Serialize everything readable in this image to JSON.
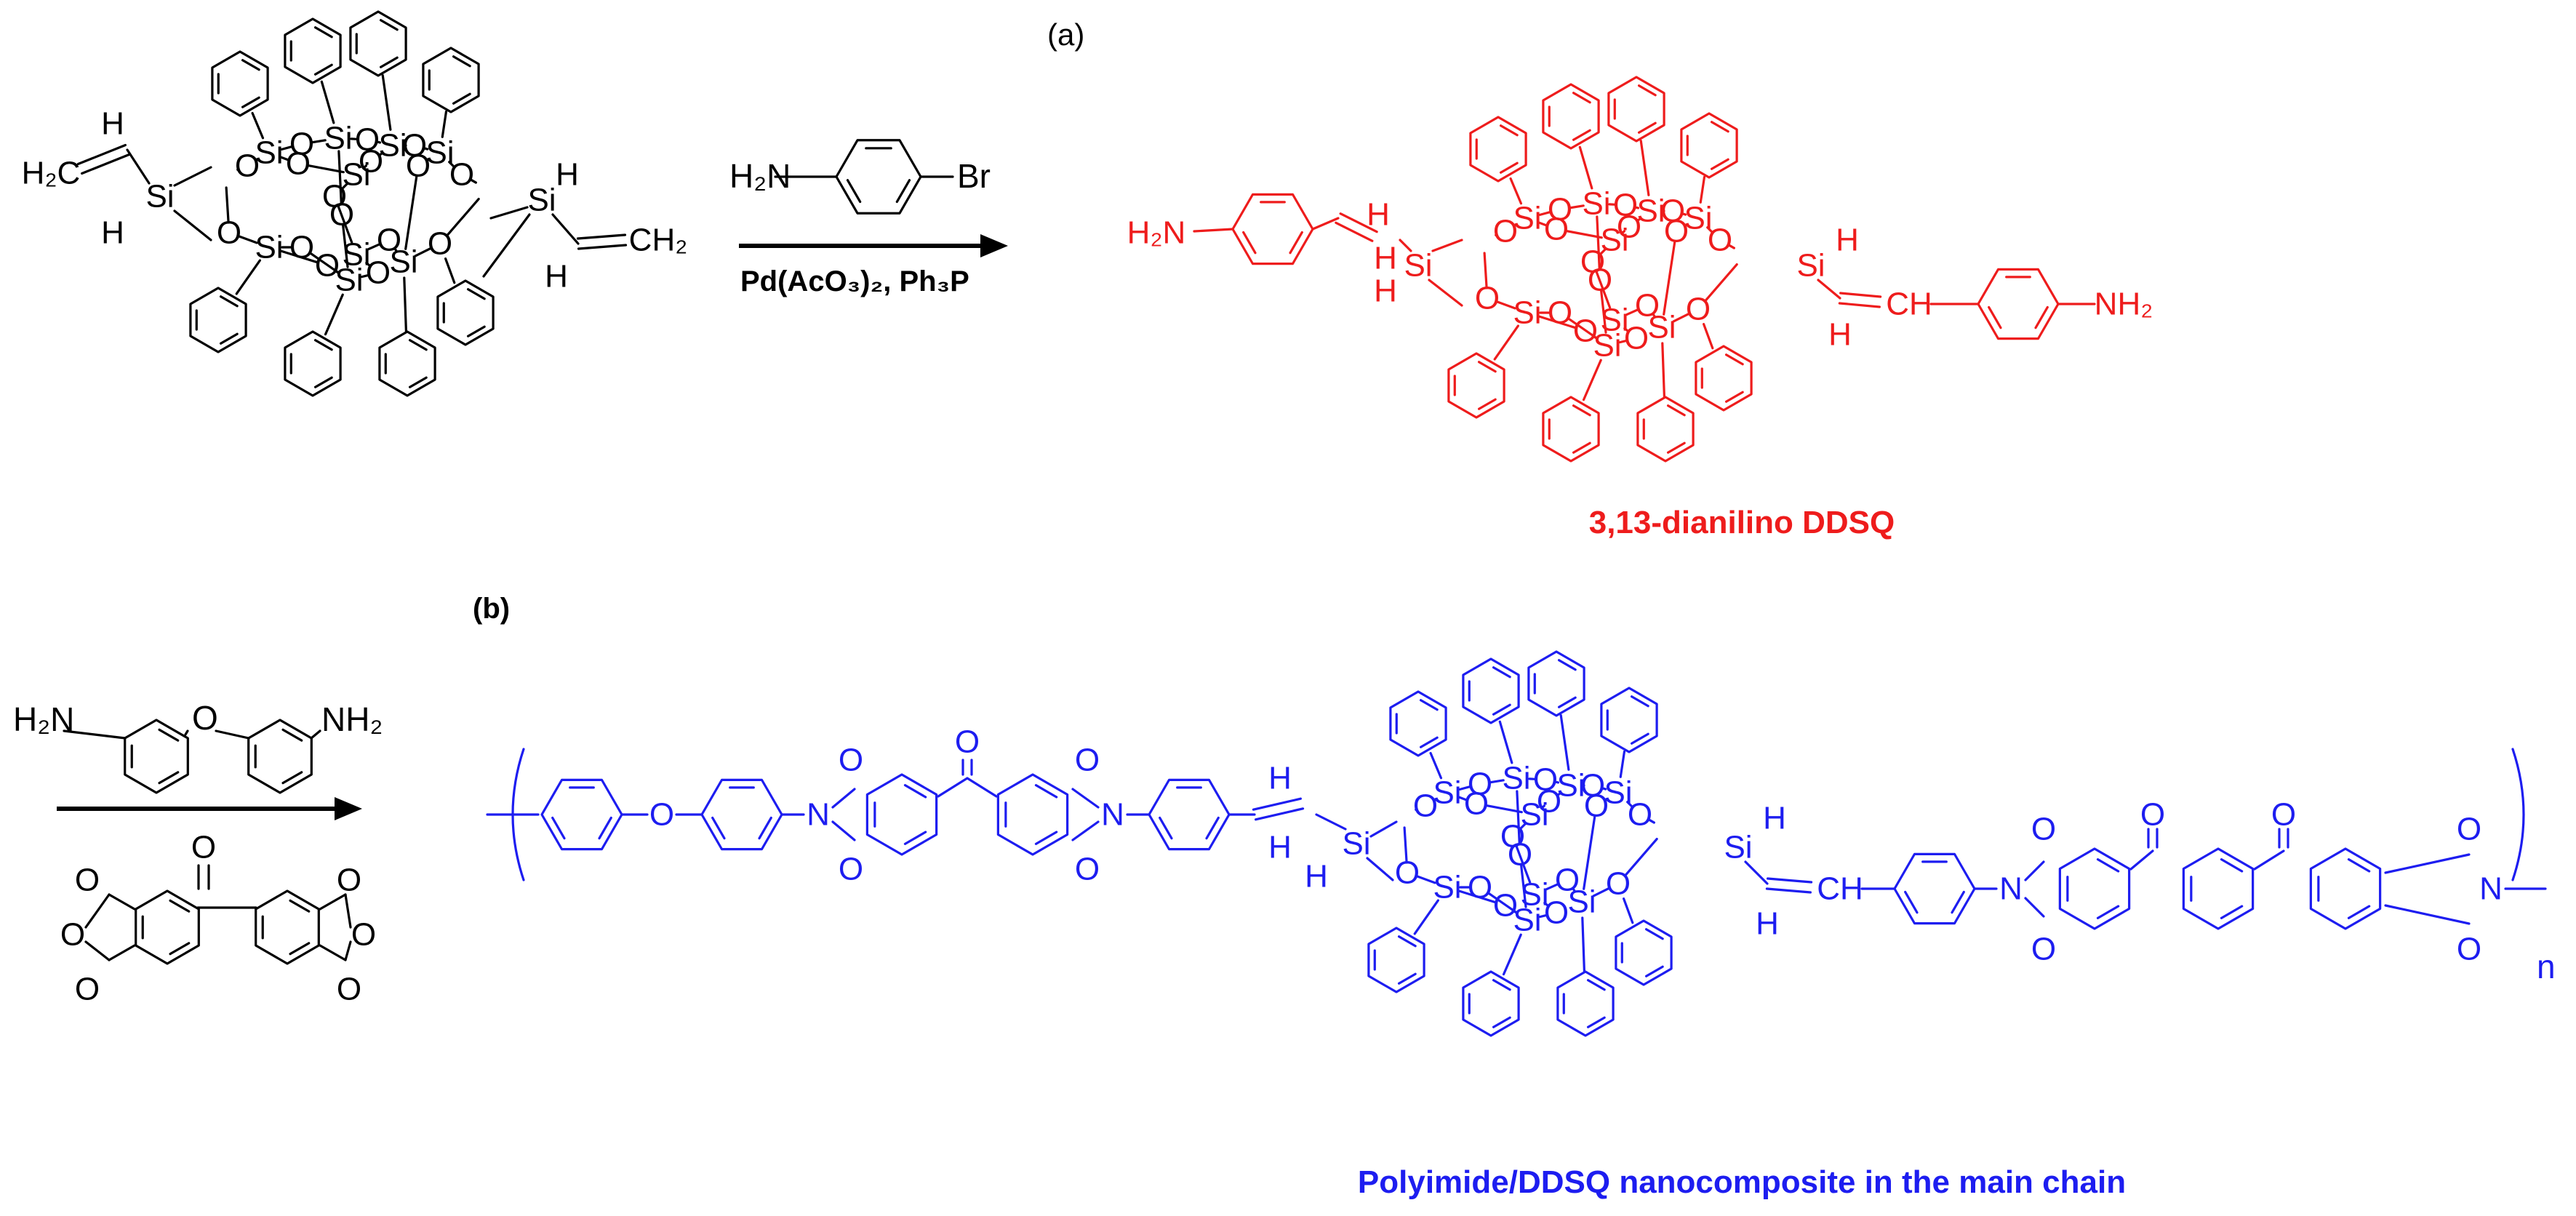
{
  "panels": {
    "a_label": "(a)",
    "b_label": "(b)"
  },
  "reagents": {
    "a_amine": "H₂N",
    "a_bromo": "Br",
    "a_catalyst": "Pd(AcO₃)₂, Ph₃P",
    "b_amine_left": "H₂N",
    "b_amine_right": "NH₂",
    "b_oxygen": "O"
  },
  "products": {
    "a_name": "3,13-dianilino DDSQ",
    "b_name": "Polyimide/DDSQ nanocomposite in the main chain",
    "repeat_n": "n"
  },
  "labels": {
    "si": "Si",
    "o": "O",
    "h": "H",
    "n": "N",
    "h2c": "H₂C",
    "ch2": "CH₂",
    "ch": "CH",
    "nh2": "NH₂",
    "h2n": "H₂N"
  },
  "colors": {
    "reactant": "#000000",
    "product_a": "#ee1c1c",
    "product_b": "#1d1df0"
  }
}
